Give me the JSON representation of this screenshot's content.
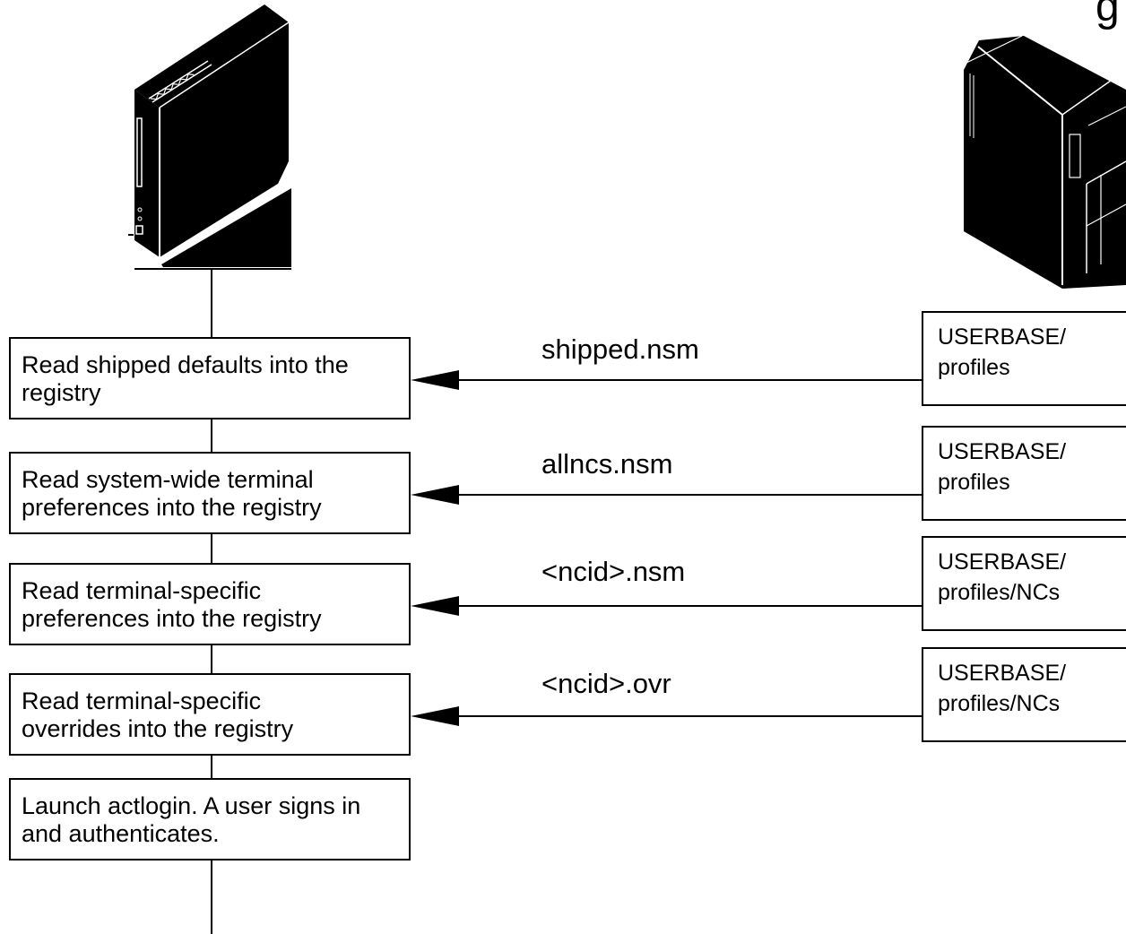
{
  "corner_text": "g",
  "steps": [
    {
      "line1": "Read shipped defaults into the",
      "line2": "registry"
    },
    {
      "line1": "Read system-wide terminal",
      "line2": "preferences into the registry"
    },
    {
      "line1": "Read terminal-specific",
      "line2": "preferences into the registry"
    },
    {
      "line1": "Read terminal-specific",
      "line2": "overrides into the registry"
    },
    {
      "line1": "Launch actlogin.  A user signs in",
      "line2": "and authenticates."
    }
  ],
  "files": [
    {
      "name": "shipped.nsm",
      "loc1": "USERBASE/",
      "loc2": "profiles"
    },
    {
      "name": "allncs.nsm",
      "loc1": "USERBASE/",
      "loc2": "profiles"
    },
    {
      "name": "<ncid>.nsm",
      "loc1": "USERBASE/",
      "loc2": "profiles/NCs"
    },
    {
      "name": "<ncid>.ovr",
      "loc1": "USERBASE/",
      "loc2": "profiles/NCs"
    }
  ],
  "icons": {
    "client": "network-computer-icon",
    "server": "server-tower-icon"
  }
}
